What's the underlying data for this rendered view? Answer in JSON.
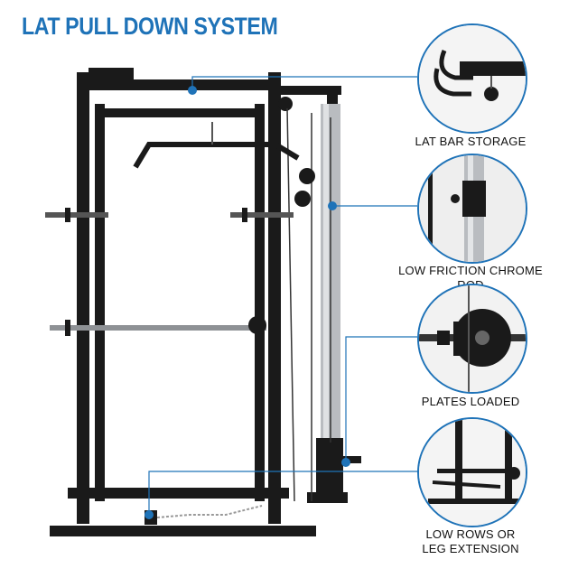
{
  "title": "LAT PULL DOWN SYSTEM",
  "callouts": [
    {
      "caption": "LAT BAR STORAGE",
      "icon": "lat-bar-storage-detail"
    },
    {
      "caption": "LOW FRICTION CHROME ROD",
      "icon": "chrome-rod-detail"
    },
    {
      "caption": "PLATES LOADED",
      "icon": "plates-loaded-detail"
    },
    {
      "caption": "LOW ROWS OR\nLEG EXTENSION",
      "icon": "low-rows-detail"
    }
  ],
  "colors": {
    "accent": "#1f73b8",
    "frame": "#1a1a1a",
    "chrome": "#b9bcc0"
  }
}
